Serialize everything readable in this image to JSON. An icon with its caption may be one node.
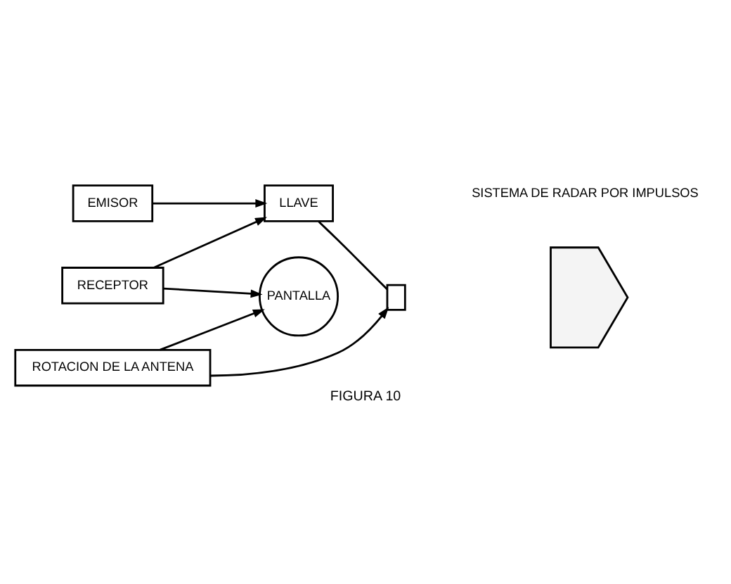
{
  "diagram": {
    "caption": "FIGURA 10",
    "nodes": [
      {
        "text": [
          "EMISOR"
        ]
      },
      {
        "text": [
          "LLAVE"
        ]
      },
      {
        "text": [
          "RECEPTOR"
        ]
      },
      {
        "text": [
          "PANTALLA"
        ]
      },
      {
        "text": [
          "ROTACION DE LA ANTENA"
        ]
      },
      {
        "text": [],
        "shape": "box"
      },
      {
        "text": [],
        "shape": "picture"
      }
    ],
    "edges": [
      {
        "from": 0,
        "to": 1,
        "arrow": "to"
      },
      {
        "from": 2,
        "to": 1,
        "arrow": "to"
      },
      {
        "from": 1,
        "to": 5,
        "arrow": "none"
      },
      {
        "from": 2,
        "to": 3,
        "arrow": "to"
      },
      {
        "from": 4,
        "to": 3,
        "arrow": "to"
      },
      {
        "from": 4,
        "to": 5,
        "arrow": "to"
      }
    ],
    "labels": [
      "SISTEMA DE RADAR POR IMPULSOS"
    ]
  }
}
